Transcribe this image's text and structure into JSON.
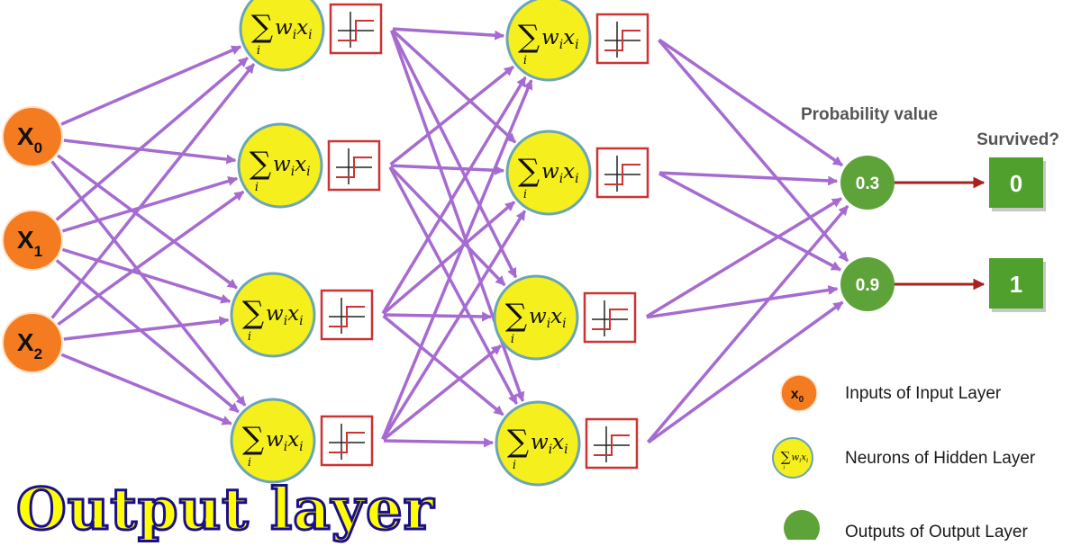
{
  "diagram": {
    "inputs": [
      {
        "symbol": "X",
        "subscript": "0"
      },
      {
        "symbol": "X",
        "subscript": "1"
      },
      {
        "symbol": "X",
        "subscript": "2"
      }
    ],
    "hidden_layer_count": 2,
    "neurons_per_hidden_layer": 4,
    "neuron_formula": {
      "sum_symbol": "∑",
      "sum_index": "i",
      "weight": "w",
      "input": "x",
      "index": "i"
    },
    "outputs": [
      {
        "probability": "0.3",
        "survived": "0"
      },
      {
        "probability": "0.9",
        "survived": "1"
      }
    ],
    "header_probability": "Probability value",
    "header_survived": "Survived?",
    "title": "Output layer",
    "colors": {
      "input_node": "#f47b20",
      "hidden_node": "#f5ef1e",
      "hidden_node_border": "#6aa6b4",
      "output_node": "#5ea33a",
      "result_box": "#4fa02c",
      "connection": "#a66bd0",
      "output_arrow": "#a82020",
      "activation_box": "#cc3333",
      "title_fill": "#ffff00",
      "title_stroke": "#1a0f8a"
    }
  },
  "legend": [
    {
      "icon": "input-node-icon",
      "label": "Inputs of Input Layer"
    },
    {
      "icon": "hidden-neuron-icon",
      "label": "Neurons of Hidden Layer"
    },
    {
      "icon": "output-node-icon",
      "label": "Outputs of Output Layer"
    }
  ]
}
